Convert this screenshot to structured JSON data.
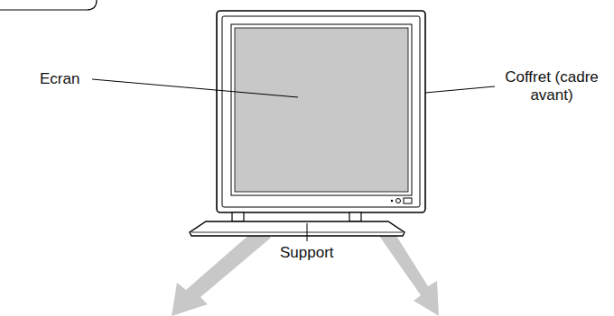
{
  "diagram": {
    "labels": [
      "Ecran",
      "Coffret (cadre avant)",
      "Support"
    ]
  }
}
